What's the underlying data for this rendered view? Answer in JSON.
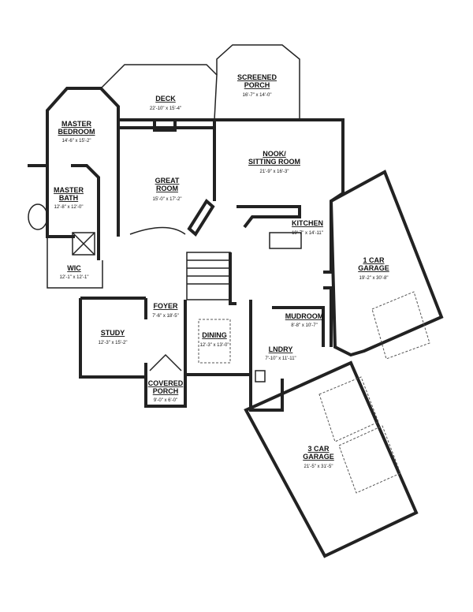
{
  "rooms": [
    {
      "name1": "MASTER",
      "name2": "BEDROOM",
      "dims": "14'-6\" x 15'-2\""
    },
    {
      "name1": "DECK",
      "dims": "22'-10\" x 15'-4\""
    },
    {
      "name1": "SCREENED",
      "name2": "PORCH",
      "dims": "16'-7\" x 14'-0\""
    },
    {
      "name1": "NOOK/",
      "name2": "SITTING ROOM",
      "dims": "21'-9\" x 16'-3\""
    },
    {
      "name1": "GREAT",
      "name2": "ROOM",
      "dims": "15'-0\" x 17'-2\""
    },
    {
      "name1": "MASTER",
      "name2": "BATH",
      "dims": "12'-8\" x 12'-0\""
    },
    {
      "name1": "KITCHEN",
      "dims": "19'-7\" x 14'-11\""
    },
    {
      "name1": "WIC",
      "dims": "12'-1\" x 12'-1\""
    },
    {
      "name1": "1 CAR",
      "name2": "GARAGE",
      "dims": "19'-2\" x 30'-8\""
    },
    {
      "name1": "FOYER",
      "dims": "7'-6\" x 18'-5\""
    },
    {
      "name1": "STUDY",
      "dims": "12'-3\" x 15'-2\""
    },
    {
      "name1": "DINING",
      "dims": "12'-3\" x 13'-0\""
    },
    {
      "name1": "MUDROOM",
      "dims": "8'-8\" x 10'-7\""
    },
    {
      "name1": "LNDRY",
      "dims": "7'-10\" x 11'-11\""
    },
    {
      "name1": "COVERED",
      "name2": "PORCH",
      "dims": "9'-0\" x 6'-0\""
    },
    {
      "name1": "3 CAR",
      "name2": "GARAGE",
      "dims": "21'-5\" x 31'-5\""
    }
  ]
}
